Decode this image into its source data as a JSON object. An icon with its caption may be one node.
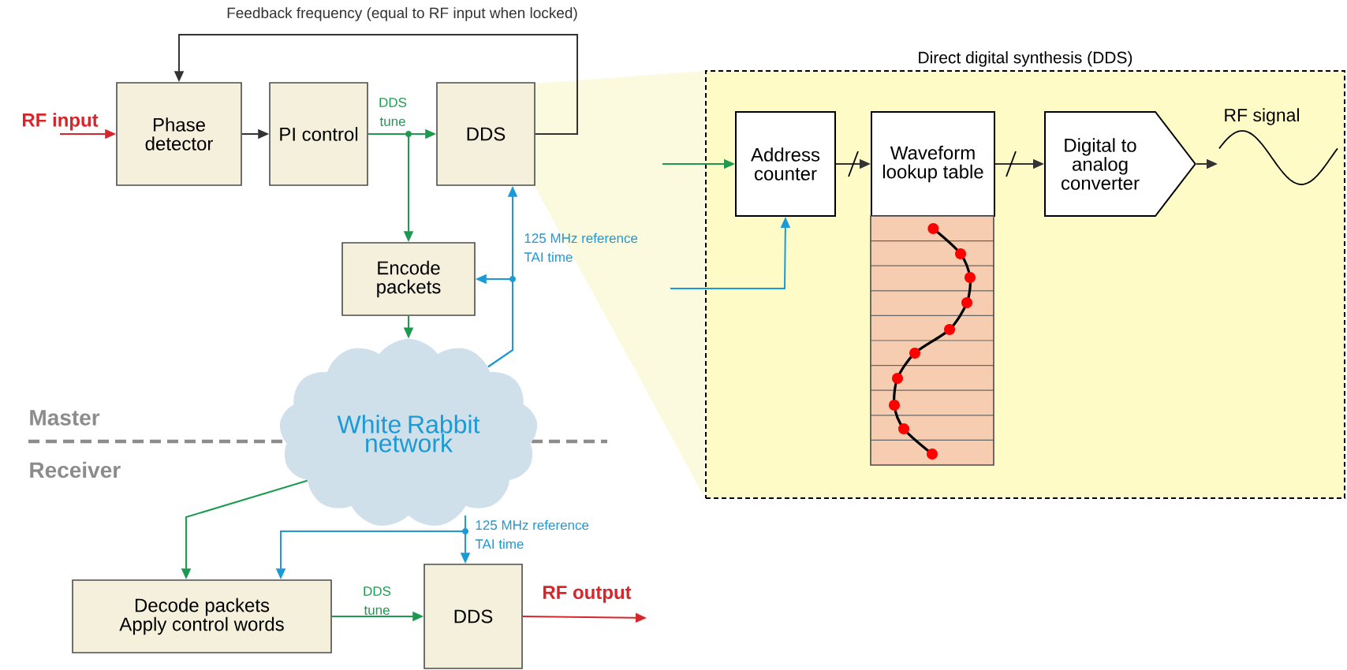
{
  "diagram": {
    "nodes": [
      {
        "text": [
          "RF input"
        ]
      },
      {
        "text": [
          "Phase detector"
        ]
      },
      {
        "text": [
          "PI control"
        ]
      },
      {
        "text": [
          "DDS"
        ]
      },
      {
        "text": [
          "Encode packets"
        ]
      },
      {
        "text": [
          "White Rabbit network"
        ]
      },
      {
        "text": [
          "Decode packets Apply control words"
        ]
      },
      {
        "text": [
          "DDS"
        ]
      },
      {
        "text": [
          "Direct digital synthesis (DDS)"
        ]
      },
      {
        "text": [
          "Address counter"
        ],
        "in": 8
      },
      {
        "text": [
          "Waveform lookup table"
        ],
        "in": 8
      },
      {
        "text": [
          "Digital to analog converter"
        ],
        "in": 8
      }
    ],
    "edges": [
      {
        "from": 0,
        "to": 1,
        "arrow": "to",
        "color": "#d7262b"
      },
      {
        "from": 1,
        "to": 2,
        "arrow": "to",
        "color": "#333333"
      },
      {
        "from": 2,
        "to": 3,
        "arrow": "to",
        "label": "DDS tune",
        "color": "#1e9a50"
      },
      {
        "from": 2,
        "to": 4,
        "arrow": "to",
        "color": "#1e9a50"
      },
      {
        "from": 3,
        "to": 1,
        "arrow": "to",
        "label": "Feedback frequency (equal to RF input when locked)",
        "color": "#333333"
      },
      {
        "from": 4,
        "to": 5,
        "arrow": "to",
        "color": "#1e9a50"
      },
      {
        "from": 5,
        "to": 3,
        "arrow": "to",
        "label": "125 MHz reference TAI time",
        "color": "#1a9ad6"
      },
      {
        "from": 5,
        "to": 4,
        "arrow": "to",
        "color": "#1a9ad6"
      },
      {
        "from": 5,
        "to": 6,
        "arrow": "to",
        "color": "#1e9a50"
      },
      {
        "from": 5,
        "to": 6,
        "arrow": "to",
        "color": "#1a9ad6"
      },
      {
        "from": 5,
        "to": 7,
        "arrow": "to",
        "label": "125 MHz reference TAI time",
        "color": "#1a9ad6"
      },
      {
        "from": 6,
        "to": 7,
        "arrow": "to",
        "label": "DDS tune",
        "color": "#1e9a50"
      },
      {
        "from": 7,
        "to": null,
        "arrow": "to",
        "label": "RF output",
        "color": "#d7262b"
      },
      {
        "from": null,
        "to": 9,
        "arrow": "to",
        "color": "#1e9a50"
      },
      {
        "from": null,
        "to": 9,
        "arrow": "to",
        "color": "#1a9ad6"
      },
      {
        "from": 9,
        "to": 10,
        "arrow": "to",
        "color": "#333333"
      },
      {
        "from": 10,
        "to": 11,
        "arrow": "to",
        "color": "#333333"
      },
      {
        "from": 11,
        "to": null,
        "arrow": "to",
        "color": "#333333"
      }
    ],
    "labels": [
      "Master",
      "Receiver",
      "RF signal"
    ]
  }
}
